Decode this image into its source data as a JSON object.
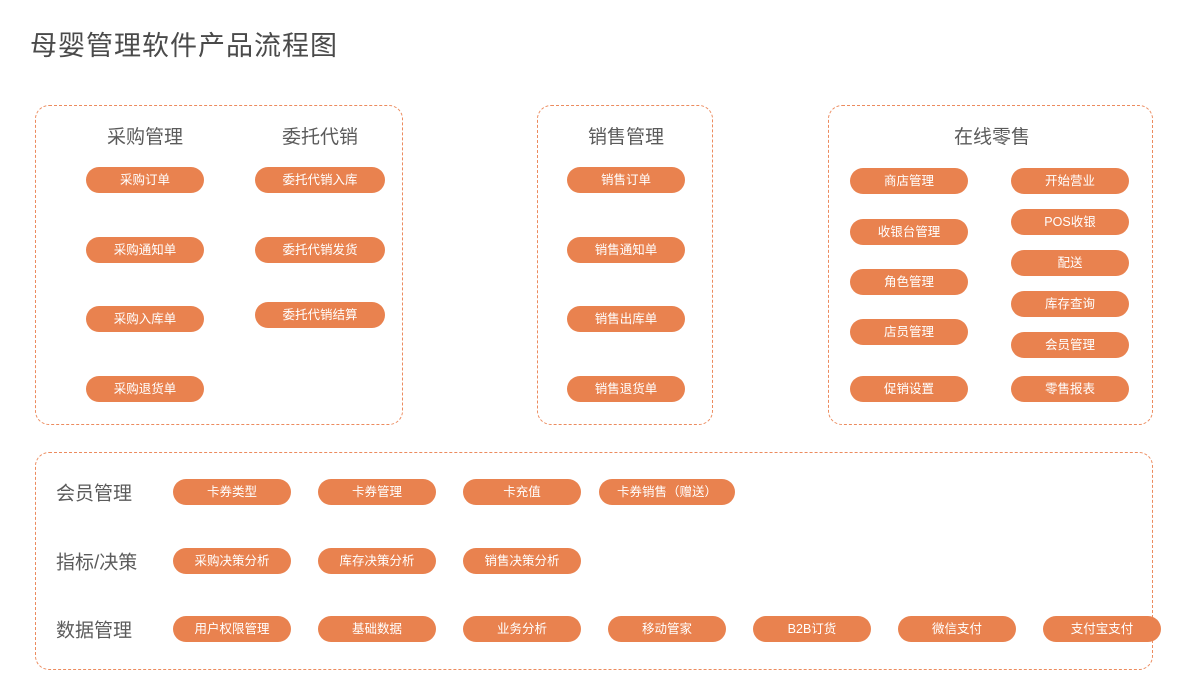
{
  "page": {
    "title": "母婴管理软件产品流程图",
    "accent_color": "#e9824f",
    "border_color": "#ec8b5e",
    "title_color": "#4a4a4a",
    "background": "#ffffff"
  },
  "panels": [
    {
      "id": "purchase",
      "columns": [
        {
          "title": "采购管理",
          "items": [
            "采购订单",
            "采购通知单",
            "采购入库单",
            "采购退货单"
          ]
        },
        {
          "title": "委托代销",
          "items": [
            "委托代销入库",
            "委托代销发货",
            "委托代销结算"
          ]
        }
      ]
    },
    {
      "id": "sales",
      "columns": [
        {
          "title": "销售管理",
          "items": [
            "销售订单",
            "销售通知单",
            "销售出库单",
            "销售退货单"
          ]
        }
      ]
    },
    {
      "id": "retail",
      "title": "在线零售",
      "columns": [
        {
          "title": "",
          "items": [
            "商店管理",
            "收银台管理",
            "角色管理",
            "店员管理",
            "促销设置"
          ]
        },
        {
          "title": "",
          "items": [
            "开始营业",
            "POS收银",
            "配送",
            "库存查询",
            "会员管理",
            "零售报表"
          ]
        }
      ]
    }
  ],
  "platform": {
    "rows": [
      {
        "label": "会员管理",
        "items": [
          "卡券类型",
          "卡券管理",
          "卡充值",
          "卡券销售（赠送）"
        ]
      },
      {
        "label": "指标/决策",
        "items": [
          "采购决策分析",
          "库存决策分析",
          "销售决策分析"
        ]
      },
      {
        "label": "数据管理",
        "items": [
          "用户权限管理",
          "基础数据",
          "业务分析",
          "移动管家",
          "B2B订货",
          "微信支付",
          "支付宝支付"
        ]
      }
    ]
  }
}
